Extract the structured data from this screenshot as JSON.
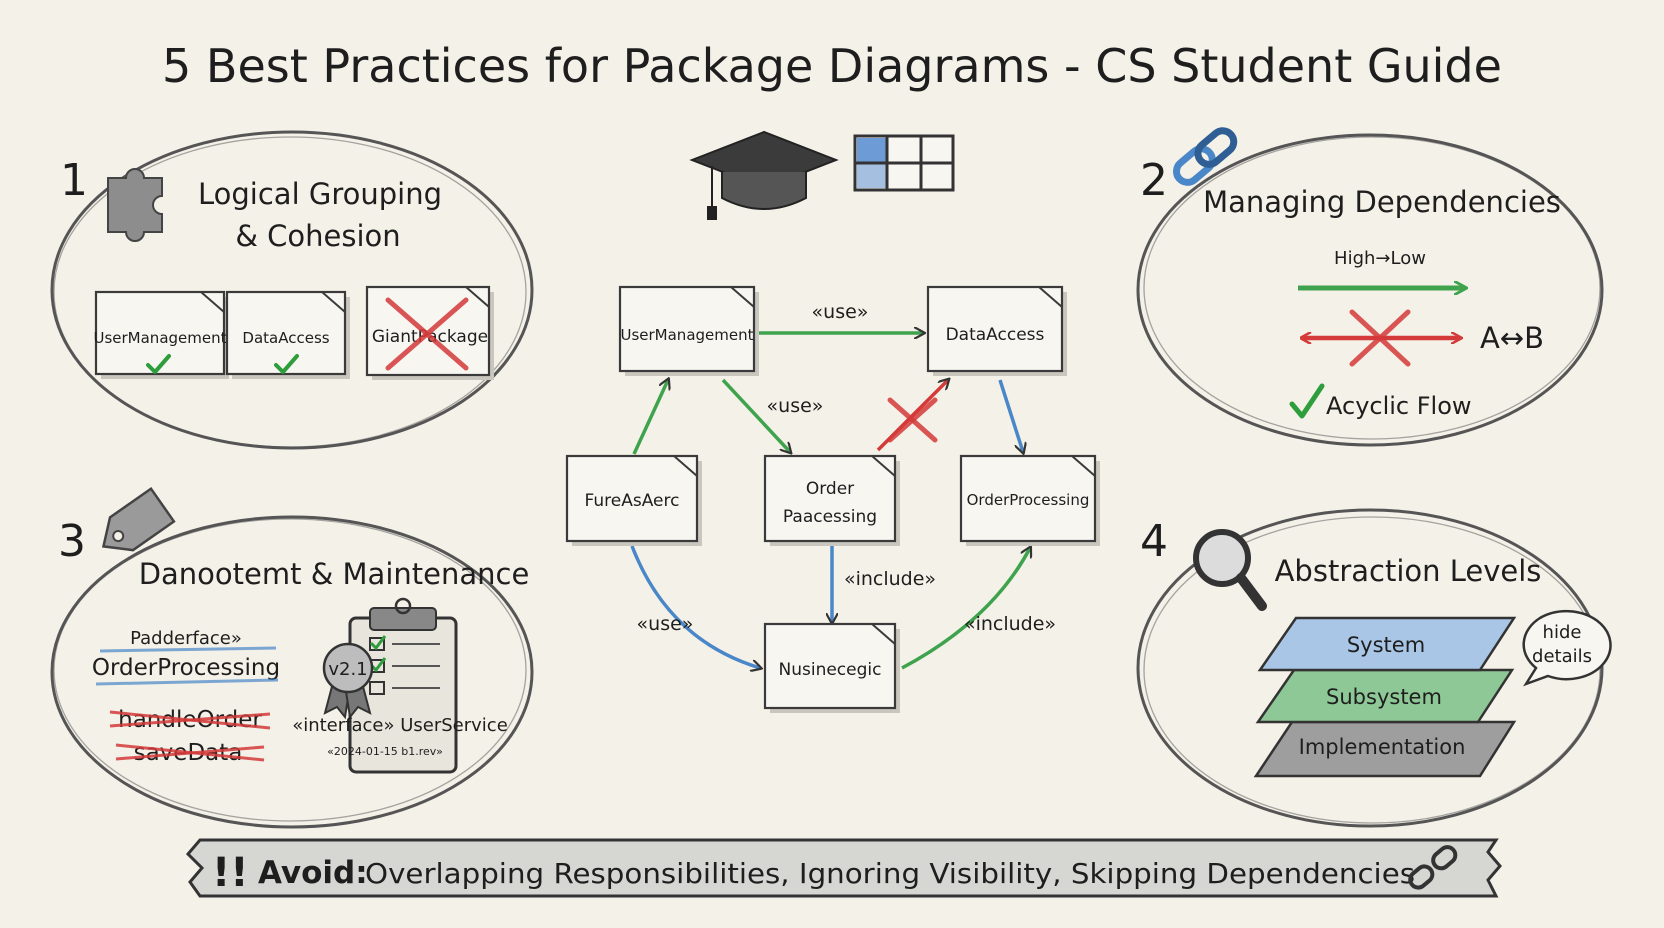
{
  "title": "5 Best Practices for Package Diagrams - CS Student Guide",
  "sections": {
    "s1": {
      "number": "1",
      "title_line1": "Logical Grouping",
      "title_line2": "& Cohesion",
      "packages": [
        "UserManagement",
        "DataAccess",
        "GiantPackage"
      ]
    },
    "s2": {
      "number": "2",
      "title": "Managing Dependencies",
      "high_low": "High→Low",
      "a_b": "A↔B",
      "acyclic": "Acyclic Flow"
    },
    "s3": {
      "number": "3",
      "title": "Danootemt & Maintenance",
      "stereotype": "Padderface»",
      "package_name": "OrderProcessing",
      "struck_items": [
        "handleOrder",
        "saveData"
      ],
      "badge": "v2.1",
      "interface": "«interface» UserService",
      "date": "«2024-01-15 b1.rev»"
    },
    "s4": {
      "number": "4",
      "title": "Abstraction Levels",
      "layers": [
        "System",
        "Subsystem",
        "Implementation"
      ],
      "bubble_line1": "hide",
      "bubble_line2": "details"
    }
  },
  "center_diagram": {
    "packages": {
      "user_management": "UserManagement",
      "data_access": "DataAccess",
      "pure_abstract": "FureAsAerc",
      "order_processing_mid_1": "Order",
      "order_processing_mid_2": "Paacessing",
      "order_processing_right": "OrderProcessing",
      "business_logic": "Nusinecegic"
    },
    "edge_labels": {
      "um_da": "«use»",
      "um_op": "«use»",
      "op_bl": "«include»",
      "pa_bl": "«use»",
      "bl_opr": "«include»"
    }
  },
  "banner": {
    "prefix": "!!",
    "label": "Avoid:",
    "text": "Overlapping Responsibilities, Ignoring Visibility, Skipping Dependencies"
  },
  "icons": {
    "s1": "puzzle-icon",
    "s2": "chain-link-icon",
    "s3": "price-tag-icon",
    "s4": "magnifier-icon",
    "header": [
      "graduation-cap-icon",
      "grid-table-icon"
    ],
    "banner": "broken-chain-icon"
  },
  "colors": {
    "green": "#3fa34d",
    "red": "#d43a3a",
    "blue": "#4a87c9",
    "background": "#f4f1e8"
  }
}
